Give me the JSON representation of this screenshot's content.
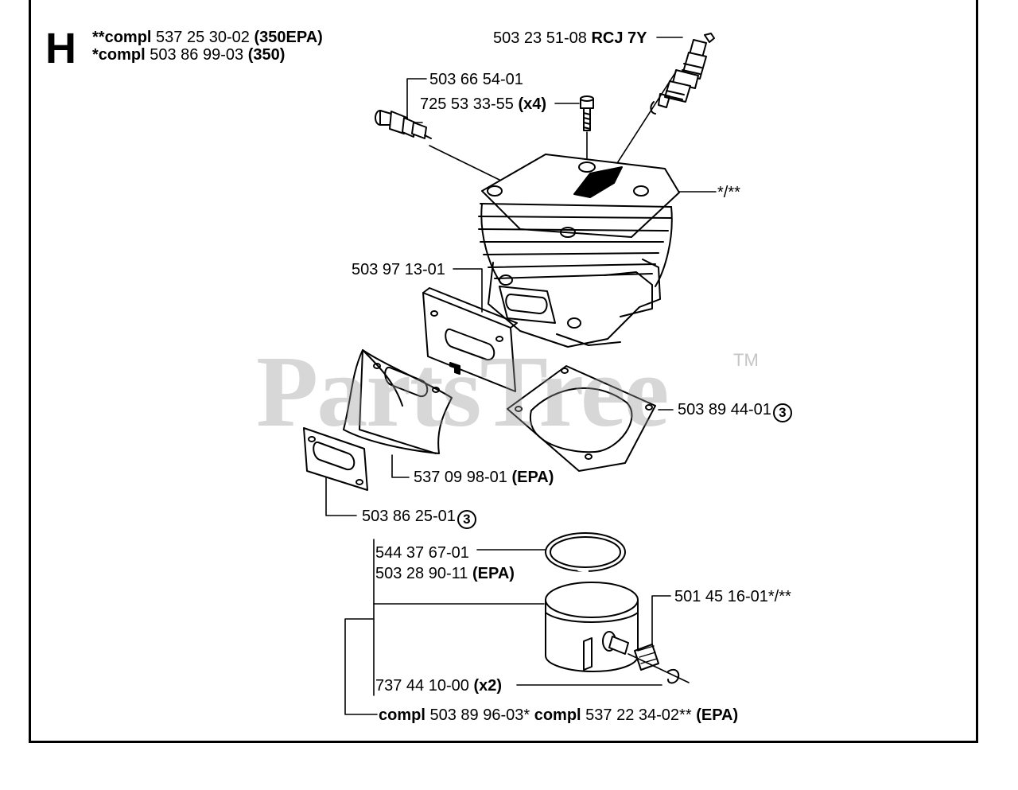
{
  "section": {
    "letter": "H"
  },
  "header": {
    "line1": {
      "prefix": "**compl",
      "number": "537 25 30-02",
      "suffix": "(350EPA)"
    },
    "line2": {
      "prefix": "*compl",
      "number": "503 86 99-03",
      "suffix": "(350)"
    }
  },
  "parts": {
    "spark_plug": {
      "number": "503 23 51-08",
      "note": "RCJ 7Y"
    },
    "decompression_valve": {
      "number": "503 66 54-01"
    },
    "screw": {
      "number": "725 53 33-55",
      "note": "(x4)"
    },
    "cylinder": {
      "note": "*/**"
    },
    "insulator_plate": {
      "number": "503 97 13-01"
    },
    "cylinder_gasket": {
      "number": "503 89 44-01",
      "badge": "3"
    },
    "heat_shield": {
      "number": "537 09 98-01",
      "note": "(EPA)"
    },
    "muffler_gasket": {
      "number": "503 86 25-01",
      "badge": "3"
    },
    "piston_ring": {
      "number": "544 37 67-01"
    },
    "piston_ring_epa": {
      "number": "503 28 90-11",
      "note": "(EPA)"
    },
    "needle_bearing": {
      "number": "501 45 16-01*/**"
    },
    "circlip": {
      "number": "737 44 10-00",
      "note": "(x2)"
    }
  },
  "footer": {
    "prefix1": "compl",
    "number1": "503 89 96-03*",
    "prefix2": "compl",
    "number2": "537 22 34-02**",
    "suffix": "(EPA)"
  },
  "watermark": {
    "text": "PartsTree",
    "tm": "TM"
  }
}
